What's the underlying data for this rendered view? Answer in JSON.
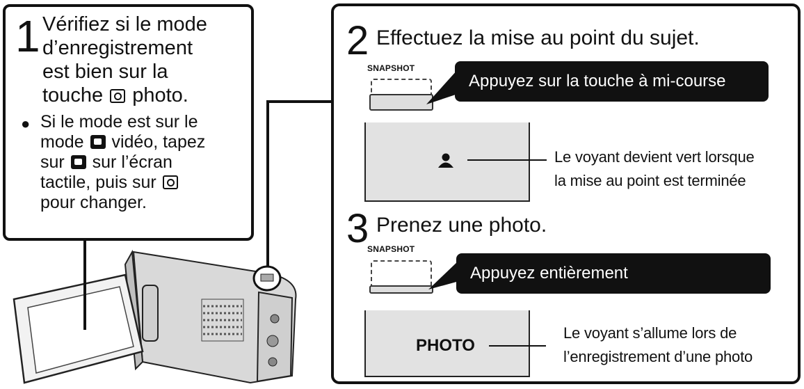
{
  "step1": {
    "number": "1",
    "lines": [
      "Vérifiez si le mode",
      "d’enregistrement",
      "est bien sur la",
      "touche",
      "photo."
    ],
    "bullet": "●",
    "note_lines": [
      "Si le mode est sur le",
      "mode",
      "vidéo, tapez",
      "sur",
      "sur l’écran",
      "tactile, puis sur",
      "pour changer."
    ]
  },
  "step2": {
    "number": "2",
    "title": "Effectuez la mise au point du sujet.",
    "snapshot_label": "SNAPSHOT",
    "callout": "Appuyez sur la touche à mi-course",
    "indicator_note": [
      "Le voyant devient vert lorsque",
      "la mise au point est terminée"
    ]
  },
  "step3": {
    "number": "3",
    "title": "Prenez une photo.",
    "snapshot_label": "SNAPSHOT",
    "callout": "Appuyez entièrement",
    "screen_label": "PHOTO",
    "indicator_note": [
      "Le voyant s’allume lors de",
      "l’enregistrement d’une photo"
    ]
  },
  "icons": [
    "camera-mode-icon",
    "video-mode-icon",
    "person-focus-icon"
  ]
}
